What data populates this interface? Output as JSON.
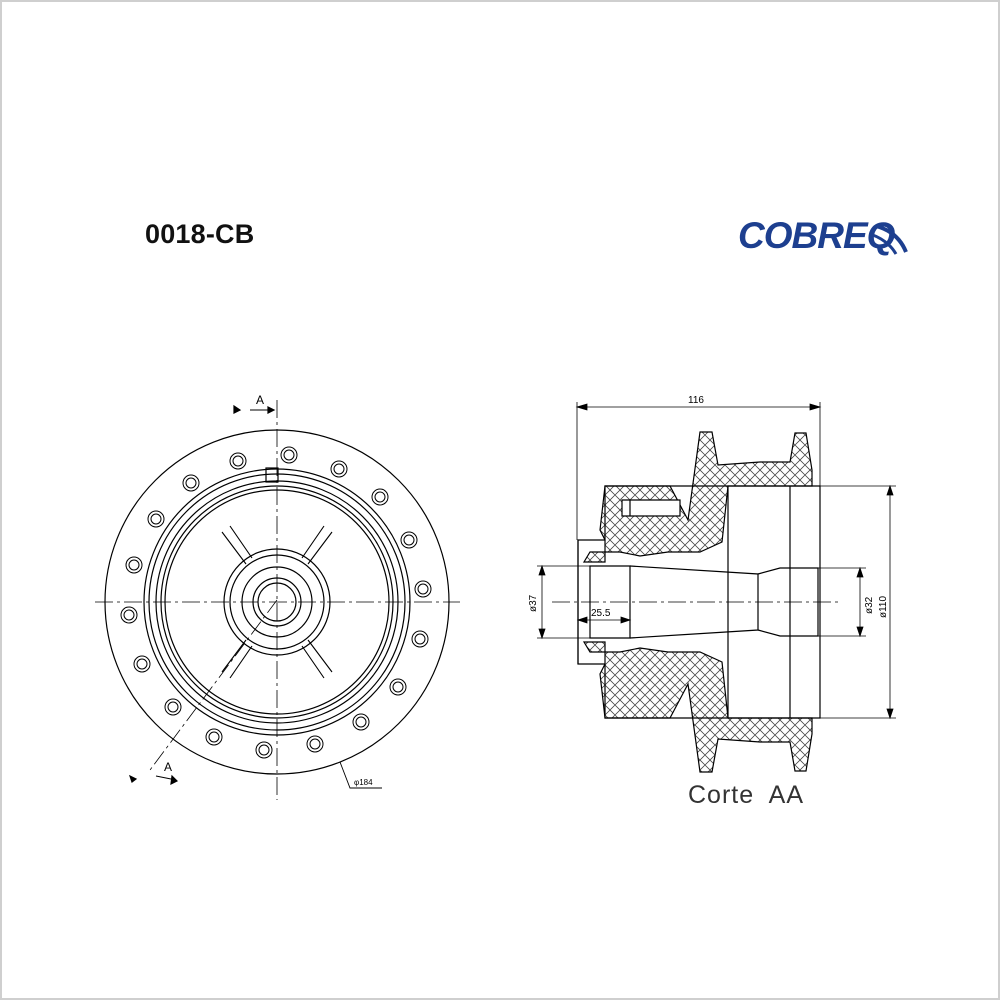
{
  "header": {
    "part_code": "0018-CB",
    "brand_logo_text": "COBREQ",
    "brand_color": "#1d3f8f"
  },
  "front_view": {
    "section_mark_top": "A",
    "section_mark_bottom": "A",
    "outer_diameter_label": "φ184"
  },
  "section_view": {
    "width_label": "116",
    "bore_left_label": "ø37",
    "depth_label": "25.5",
    "bore_right_label": "ø32",
    "seat_diameter_label": "ø110",
    "caption": "Corte  AA"
  }
}
